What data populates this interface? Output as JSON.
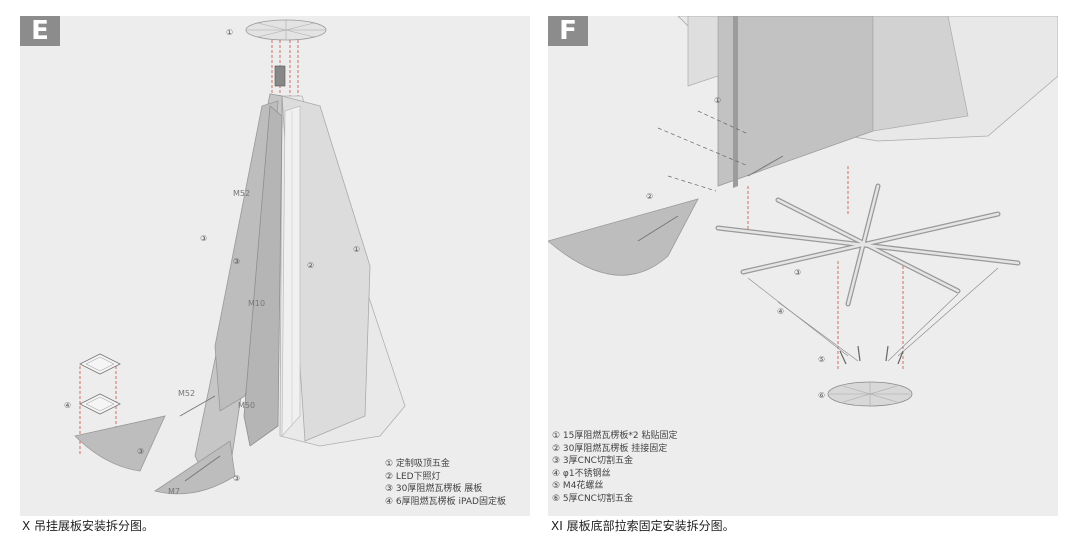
{
  "panel_e": {
    "badge": "E",
    "part_labels": {
      "top_disc": "①",
      "left_panel": "③",
      "left_panel_inner": "③",
      "center_panel": "②",
      "right_panel": "①",
      "plates": "④",
      "small_leaf_left": "③",
      "small_leaf_bottom": "③"
    },
    "material_marks": [
      "M52",
      "M10",
      "M52",
      "M50",
      "M7"
    ],
    "legend": [
      "① 定制吸顶五金",
      "② LED下照灯",
      "③ 30厚阻燃瓦楞板 展板",
      "④ 6厚阻燃瓦楞板  iPAD固定板"
    ],
    "caption": "X   吊挂展板安装拆分图。"
  },
  "panel_f": {
    "badge": "F",
    "part_labels": {
      "upper_panel": "①",
      "leaf": "②",
      "frame": "③",
      "cable": "④",
      "bolts": "⑤",
      "base": "⑥"
    },
    "legend": [
      "① 15厚阻燃瓦楞板*2 粘贴固定",
      "② 30厚阻燃瓦楞板  挂接固定",
      "③ 3厚CNC切割五金",
      "④ φ1不锈钢丝",
      "⑤ M4花螺丝",
      "⑥ 5厚CNC切割五金"
    ],
    "caption": "XI   展板底部拉索固定安装拆分图。"
  },
  "colors": {
    "panel_bg": "#ededed",
    "badge_bg": "#8c8c8c",
    "panel_dark": "#bdbdbd",
    "panel_light": "#e6e6e6",
    "dashed_red": "#c0392b"
  }
}
